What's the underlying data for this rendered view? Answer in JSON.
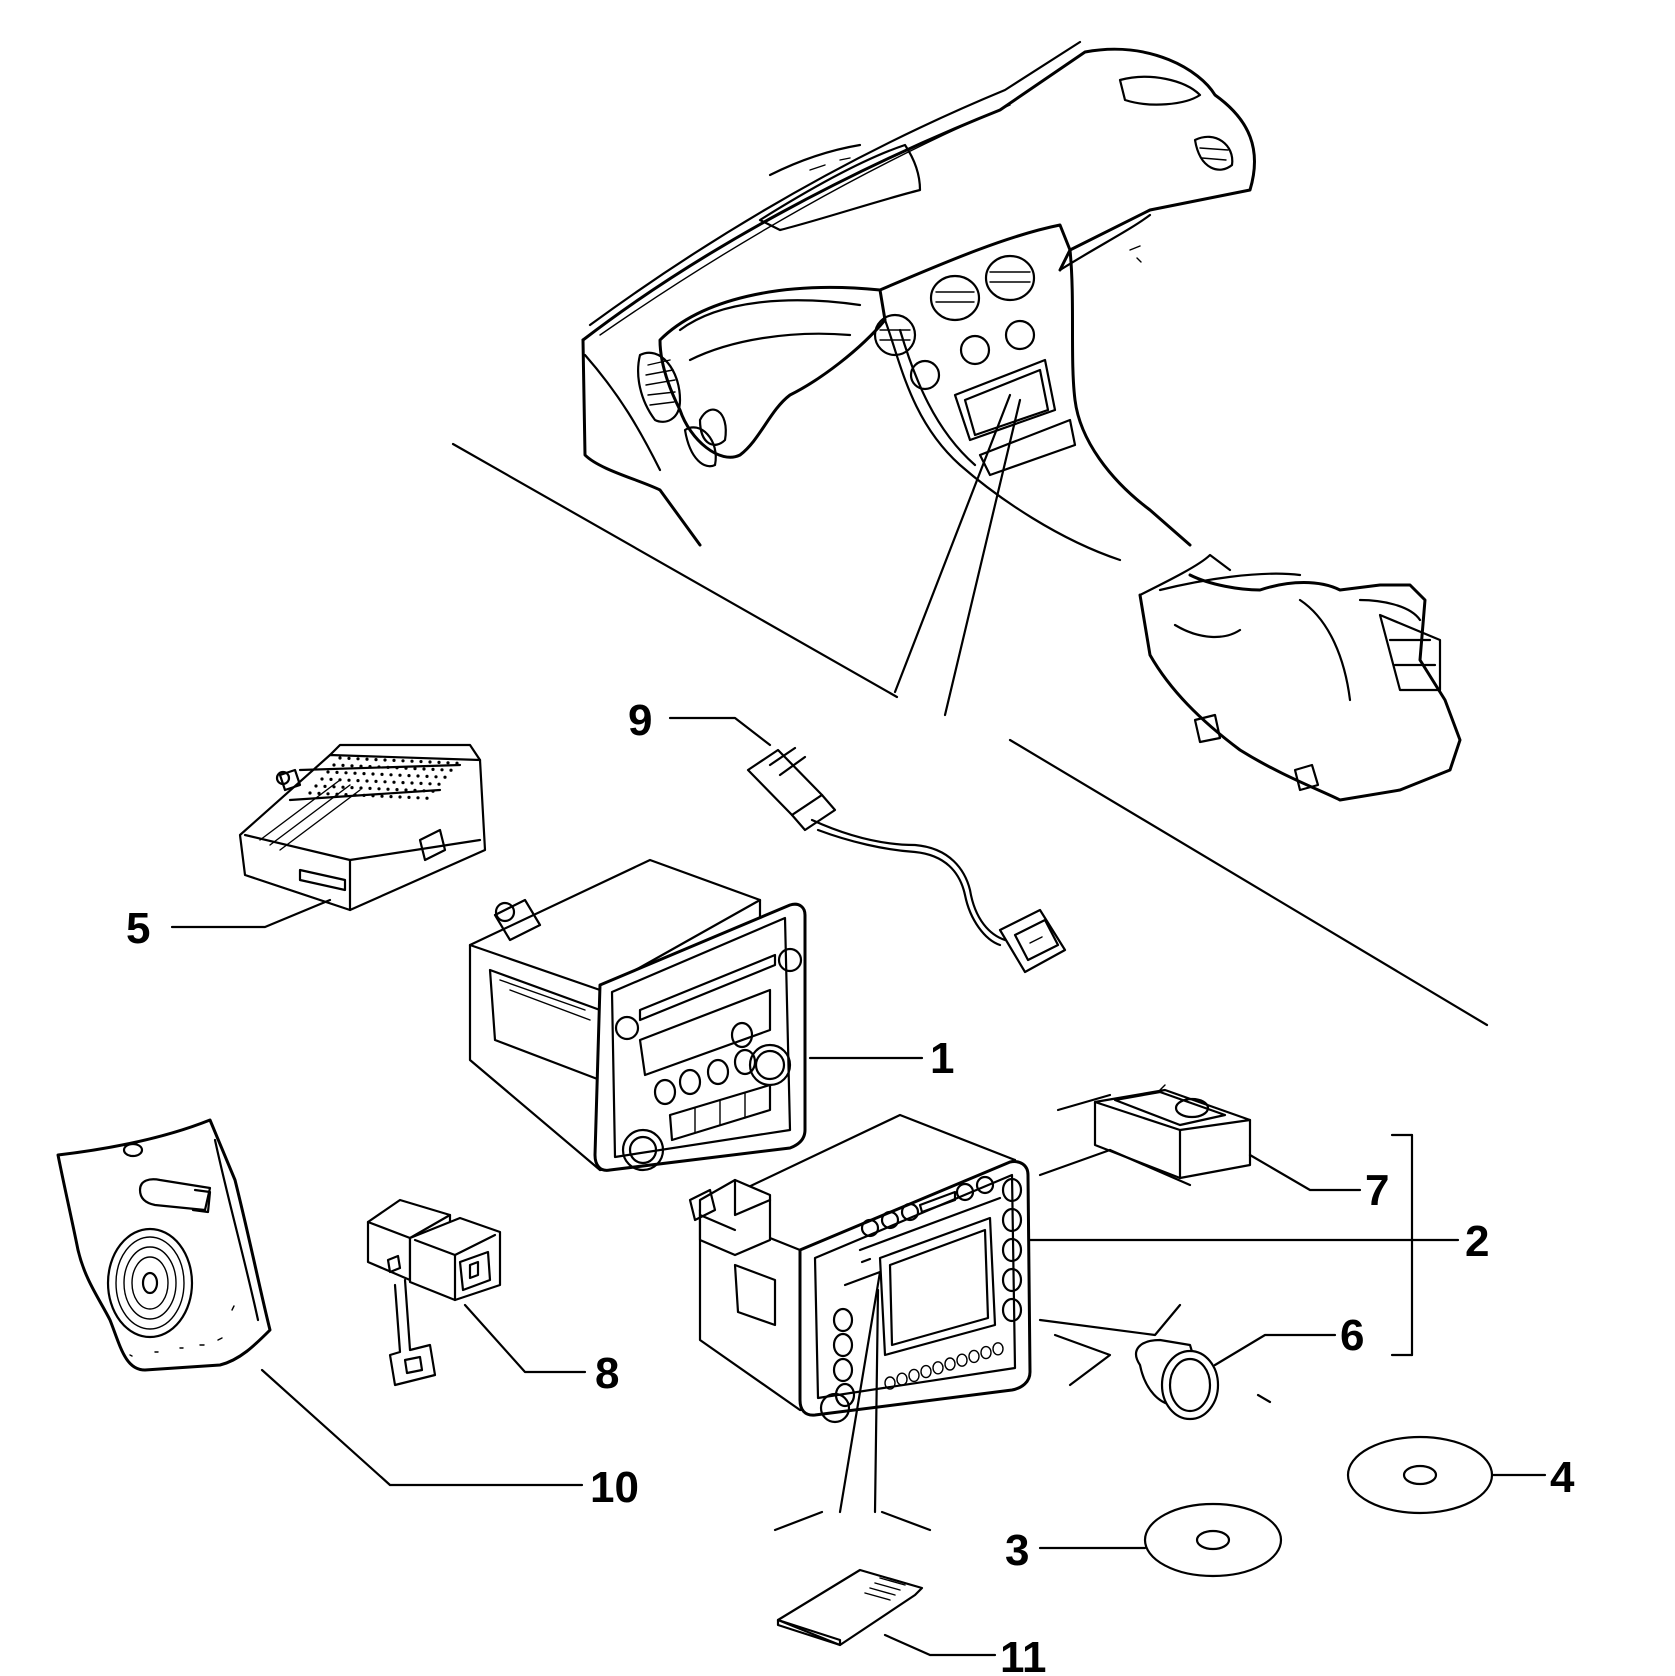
{
  "diagram": {
    "callouts": [
      "1",
      "2",
      "3",
      "4",
      "5",
      "6",
      "7",
      "8",
      "9",
      "10",
      "11"
    ],
    "colors": {
      "line": "#000000",
      "background": "#ffffff"
    }
  }
}
